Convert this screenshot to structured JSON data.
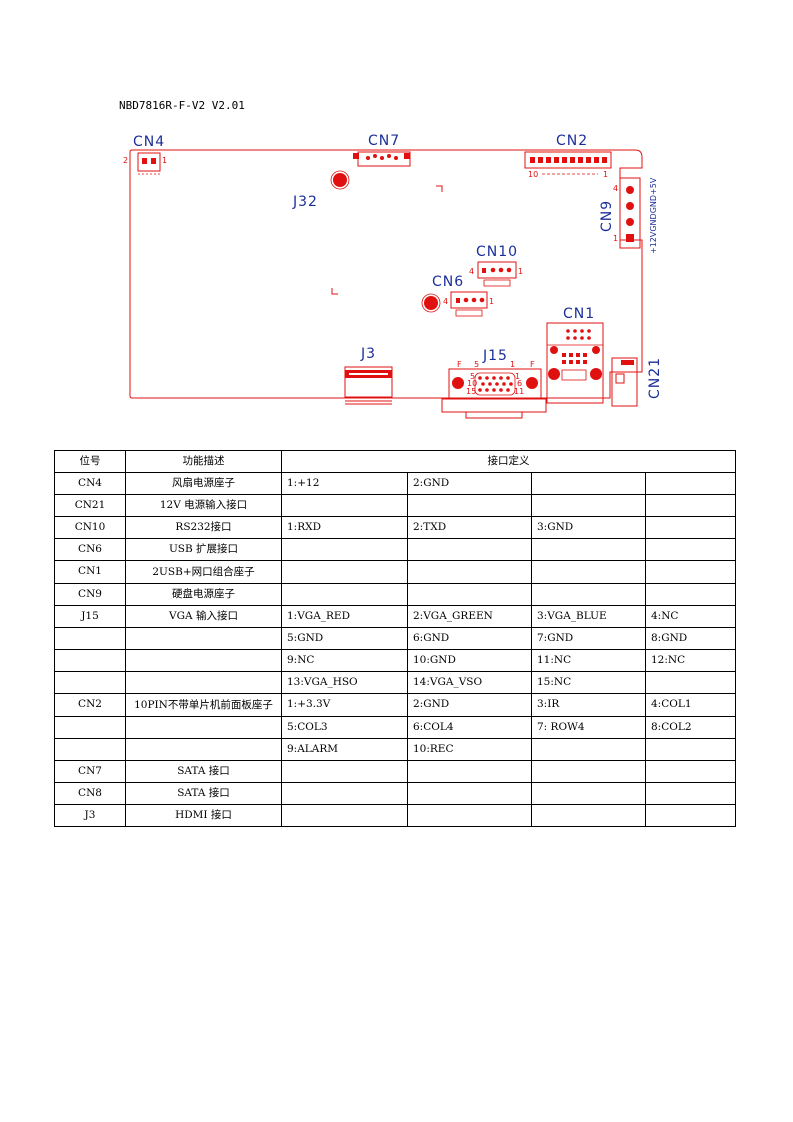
{
  "document": {
    "title": "NBD7816R-F-V2 V2.01"
  },
  "board": {
    "connectors": {
      "CN4": "CN4",
      "CN7": "CN7",
      "CN2": "CN2",
      "J32": "J32",
      "CN9": "CN9",
      "CN10": "CN10",
      "CN6": "CN6",
      "CN1": "CN1",
      "J3": "J3",
      "J15": "J15",
      "CN21": "CN21"
    },
    "pin_marks": {
      "cn4_left": "2",
      "cn4_right": "1",
      "cn2_left": "10",
      "cn2_right": "1",
      "cn9_top": "4",
      "cn9_bottom": "1",
      "cn9_power": "+12VGNDGND+5V",
      "cn10_left": "4",
      "cn10_right": "1",
      "cn6_left": "4",
      "cn6_right": "1",
      "j15_f_left": "F",
      "j15_f_right": "F",
      "j15_5": "5",
      "j15_1": "1",
      "j15_5b": "5",
      "j15_1b": "1",
      "j15_10": "10",
      "j15_6": "6",
      "j15_15": "15",
      "j15_11": "11"
    },
    "colors": {
      "outline": "#e01010",
      "label": "#1b2f9a"
    }
  },
  "table": {
    "header": [
      "位号",
      "功能描述",
      "接口定义"
    ],
    "rows": [
      [
        "CN4",
        "风扇电源座子",
        "1:+12",
        "2:GND",
        "",
        ""
      ],
      [
        "CN21",
        "12V 电源输入接口",
        "",
        "",
        "",
        ""
      ],
      [
        "CN10",
        "RS232接口",
        "1:RXD",
        "2:TXD",
        "3:GND",
        ""
      ],
      [
        "CN6",
        "USB 扩展接口",
        "",
        "",
        "",
        ""
      ],
      [
        "CN1",
        "2USB+网口组合座子",
        "",
        "",
        "",
        ""
      ],
      [
        "CN9",
        "硬盘电源座子",
        "",
        "",
        "",
        ""
      ],
      [
        "J15",
        "VGA 输入接口",
        "1:VGA_RED",
        "2:VGA_GREEN",
        "3:VGA_BLUE",
        "4:NC"
      ],
      [
        "",
        "",
        "5:GND",
        "6:GND",
        "7:GND",
        "8:GND"
      ],
      [
        "",
        "",
        "9:NC",
        "10:GND",
        "11:NC",
        "12:NC"
      ],
      [
        "",
        "",
        "13:VGA_HSO",
        "14:VGA_VSO",
        "15:NC",
        ""
      ],
      [
        "CN2",
        "10PIN不带单片机前面板座子",
        "1:+3.3V",
        "2:GND",
        "3:IR",
        "4:COL1"
      ],
      [
        "",
        "",
        "5:COL3",
        "6:COL4",
        "7: ROW4",
        "8:COL2"
      ],
      [
        "",
        "",
        "9:ALARM",
        "10:REC",
        "",
        ""
      ],
      [
        "CN7",
        "SATA 接口",
        "",
        "",
        "",
        ""
      ],
      [
        "CN8",
        "SATA 接口",
        "",
        "",
        "",
        ""
      ],
      [
        "J3",
        "HDMI 接口",
        "",
        "",
        "",
        ""
      ]
    ]
  }
}
